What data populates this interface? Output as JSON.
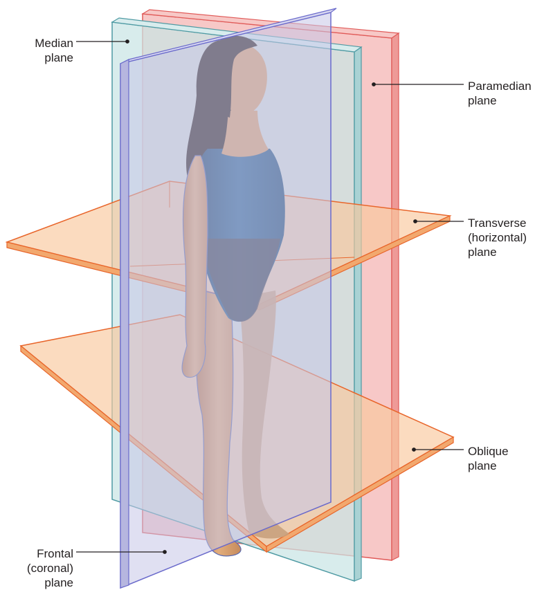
{
  "labels": {
    "median": [
      "Median",
      "plane"
    ],
    "paramedian": [
      "Paramedian",
      "plane"
    ],
    "transverse": [
      "Transverse",
      "(horizontal)",
      "plane"
    ],
    "oblique": [
      "Oblique",
      "plane"
    ],
    "frontal": [
      "Frontal",
      "(coronal)",
      "plane"
    ]
  },
  "colors": {
    "median_plane": "#c9e4e4",
    "frontal_plane": "#c6c6e8",
    "paramedian_plane": "#f4b6b4",
    "horizontal_planes": "#f9c79c",
    "plane_edge_orange": "#e8652a",
    "swimsuit": "#1f4f7a",
    "skin": "#d9a06e",
    "hair": "#2b2320",
    "leader_line": "#231f20"
  }
}
